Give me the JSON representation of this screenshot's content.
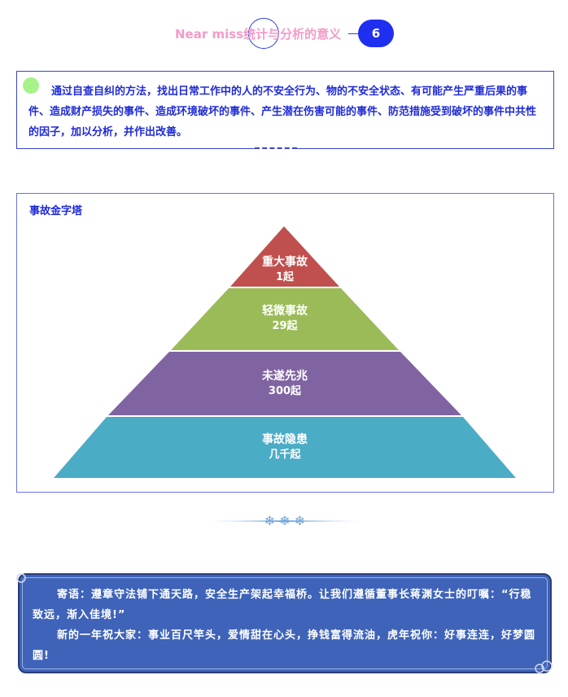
{
  "header": {
    "title": "Near miss统计与分析的意义",
    "badge": "6"
  },
  "intro": {
    "text": "通过自查自纠的方法，找出日常工作中的人的不安全行为、物的不安全状态、有可能产生严重后果的事件、造成财产损失的事件、造成环境破坏的事件、产生潜在伤害可能的事件、防范措施受到破坏的事件中共性的因子，加以分析，并作出改善。"
  },
  "pyramid": {
    "title": "事故金字塔",
    "levels": [
      {
        "name": "重大事故",
        "count": "1起",
        "color": "#c0504d"
      },
      {
        "name": "轻微事故",
        "count": "29起",
        "color": "#9bbb59"
      },
      {
        "name": "未遂先兆",
        "count": "300起",
        "color": "#8064a2"
      },
      {
        "name": "事故隐患",
        "count": "几千起",
        "color": "#4bacc6"
      }
    ]
  },
  "divider": {
    "icon": "snowflake-icon",
    "glyphs": "❄ ❄ ❄"
  },
  "blessing": {
    "line1": "寄语：遵章守法铺下通天路，安全生产架起幸福桥。让我们遵循董事长蒋渊女士的叮嘱：“行稳致远，渐入佳境!”",
    "line2": "新的一年祝大家：事业百尺竿头，爱情甜在心头，挣钱富得流油，虎年祝你：好事连连，好梦圆圆!"
  }
}
